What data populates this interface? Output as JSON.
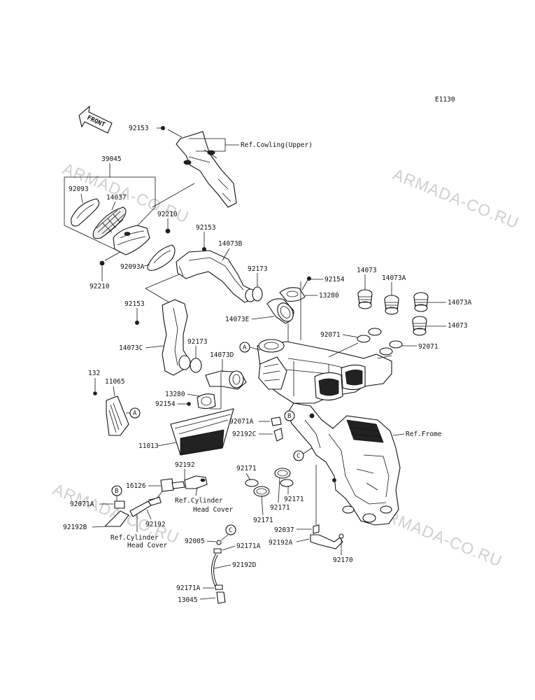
{
  "diagram_code": "E1130",
  "front_arrow_text": "FRONT",
  "watermark": "ARMADA-CO.RU",
  "refs": {
    "cowling_upper": "Ref.Cowling(Upper)",
    "frame": "Ref.Frome",
    "cyl_head_cover_a_line1": "Ref.Cylinder",
    "cyl_head_cover_a_line2": "Head Cover",
    "cyl_head_cover_b_line1": "Ref.Cylinder",
    "cyl_head_cover_b_line2": "Head Cover"
  },
  "callouts": {
    "a_main": "A",
    "a_filter": "A",
    "b_main": "B",
    "b_hose": "B",
    "c_main": "C",
    "c_hose": "C"
  },
  "parts": {
    "p92153_top": "92153",
    "p39045": "39045",
    "p92093": "92093",
    "p14037": "14037",
    "p92210_right": "92210",
    "p92093a": "92093A",
    "p92210_left": "92210",
    "p92153_mid": "92153",
    "p14073b": "14073B",
    "p92173_upper": "92173",
    "p92154_upper": "92154",
    "p13280_upper": "13280",
    "p14073e": "14073E",
    "p92153_low": "92153",
    "p14073c": "14073C",
    "p92173_lower": "92173",
    "p14073d": "14073D",
    "p13280_lower": "13280",
    "p92154_lower": "92154",
    "p132": "132",
    "p11065": "11065",
    "p11013": "11013",
    "p14073_top": "14073",
    "p14073a_top": "14073A",
    "p14073a_right": "14073A",
    "p14073_right": "14073",
    "p92071_left": "92071",
    "p92071_right": "92071",
    "p92071a_main": "92071A",
    "p92192c": "92192C",
    "p92192_top": "92192",
    "p16126": "16126",
    "p92071a_lower": "92071A",
    "p92192b": "92192B",
    "p92192_lower": "92192",
    "p92171_a": "92171",
    "p92171_b": "92171",
    "p92171_c": "92171",
    "p92171_d": "92171",
    "p92037": "92037",
    "p92192a": "92192A",
    "p92170": "92170",
    "p92005": "92005",
    "p92171a_top": "92171A",
    "p92192d": "92192D",
    "p92171a_bottom": "92171A",
    "p13045": "13045"
  }
}
